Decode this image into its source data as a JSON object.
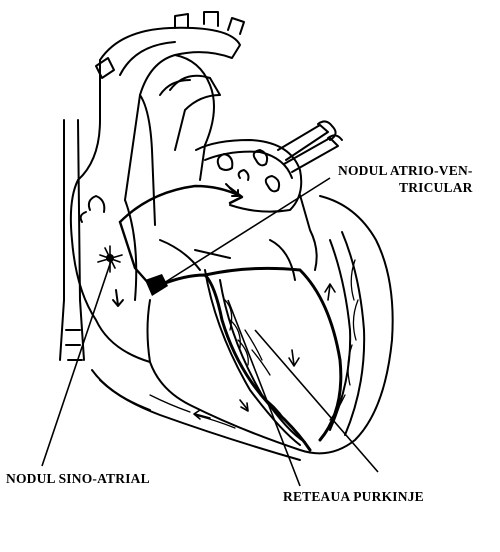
{
  "labels": {
    "av_node_line1": "NODUL ATRIO-VEN-",
    "av_node_line2": "TRICULAR",
    "sa_node": "NODUL SINO-ATRIAL",
    "purkinje": "RETEAUA PURKINJE"
  },
  "colors": {
    "ink": "#000000",
    "background": "#ffffff"
  }
}
